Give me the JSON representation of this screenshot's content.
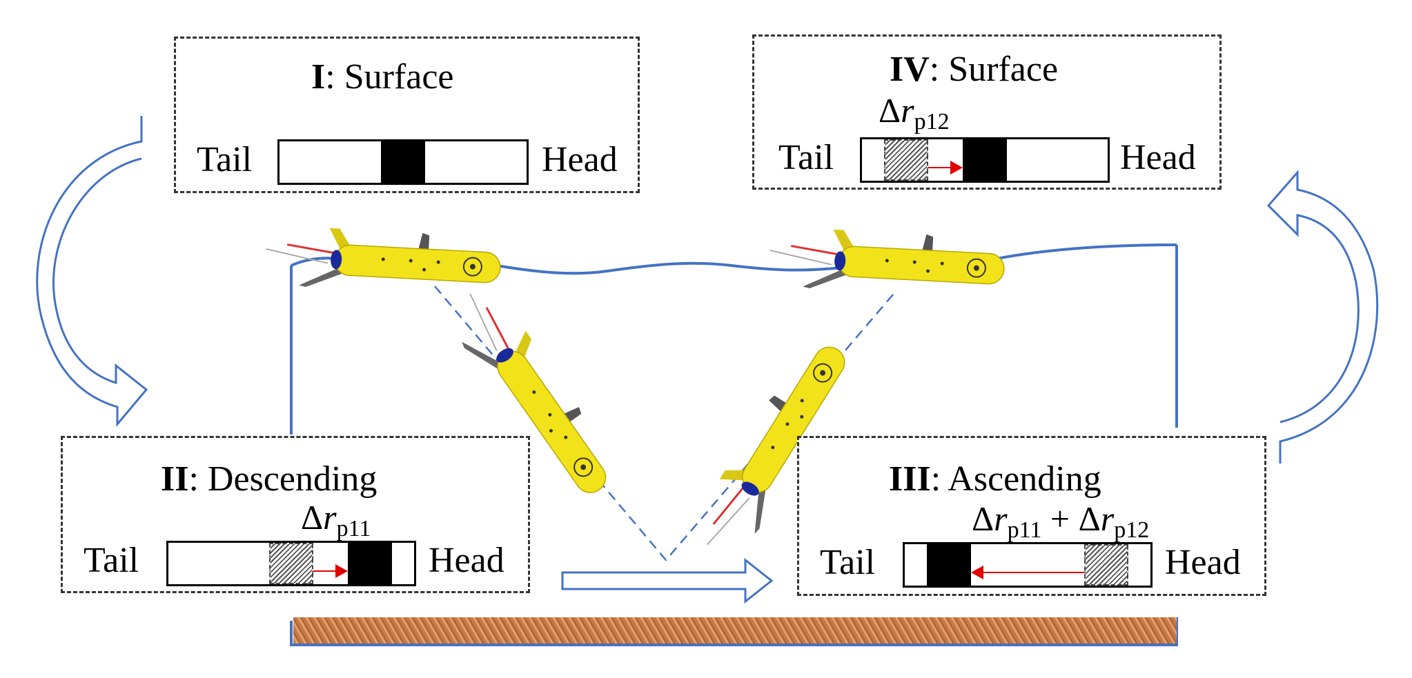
{
  "colors": {
    "trajectory": "#4472c4",
    "glider_body": "#f2e21a",
    "antenna": "#e03030",
    "mass_block": "#000000",
    "shift_arrow": "#e00000",
    "seabed": "#c97c48"
  },
  "phases": [
    {
      "numeral": "I",
      "name": ": Surface",
      "delta": null,
      "tail": "Tail",
      "head": "Head",
      "mass_position": 0.5,
      "original_position": null,
      "arrow_direction": null
    },
    {
      "numeral": "II",
      "name": ": Descending",
      "delta": {
        "sym": "Δ",
        "var": "r",
        "sub": "p11"
      },
      "tail": "Tail",
      "head": "Head",
      "mass_position": 0.82,
      "original_position": 0.5,
      "arrow_direction": "right"
    },
    {
      "numeral": "III",
      "name": ": Ascending",
      "delta": {
        "sym": "Δ",
        "var": "r",
        "sub": "p11",
        "plus": " + ",
        "sym2": "Δ",
        "var2": "r",
        "sub2": "p12"
      },
      "tail": "Tail",
      "head": "Head",
      "mass_position": 0.18,
      "original_position": 0.82,
      "arrow_direction": "left"
    },
    {
      "numeral": "IV",
      "name": ": Surface",
      "delta": {
        "sym": "Δ",
        "var": "r",
        "sub": "p12"
      },
      "tail": "Tail",
      "head": "Head",
      "mass_position": 0.5,
      "original_position": 0.18,
      "arrow_direction": "right"
    }
  ]
}
